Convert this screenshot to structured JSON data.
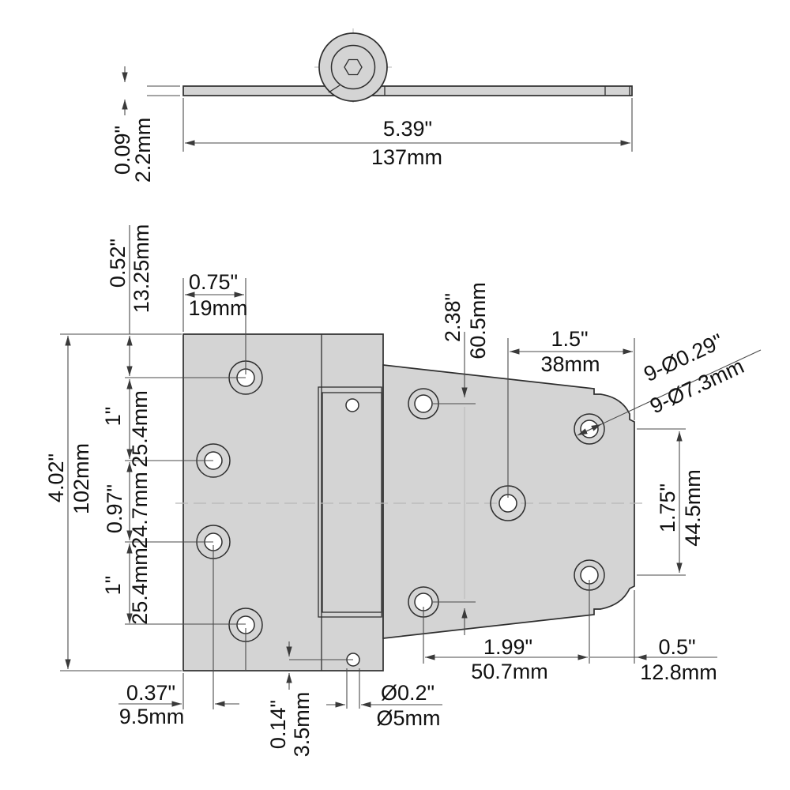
{
  "drawing_title": "T-strap hinge technical drawing",
  "colors": {
    "metal_fill": "#d4d4d4",
    "outline": "#2e2e2e",
    "dimension": "#4a4a4a",
    "centerline": "#b7b7b7"
  },
  "side_view": {
    "length": {
      "in": "5.39\"",
      "mm": "137mm"
    },
    "thickness": {
      "in": "0.09\"",
      "mm": "2.2mm"
    }
  },
  "front_view": {
    "overall_height": {
      "in": "4.02\"",
      "mm": "102mm"
    },
    "top_edge_to_first_hole": {
      "in": "0.52\"",
      "mm": "13.25mm"
    },
    "hole_pitch_1": {
      "in": "1\"",
      "mm": "25.4mm"
    },
    "hole_pitch_2": {
      "in": "0.97\"",
      "mm": "24.7mm"
    },
    "hole_pitch_3": {
      "in": "1\"",
      "mm": "25.4mm"
    },
    "plate_hole_from_edge": {
      "in": "0.75\"",
      "mm": "19mm"
    },
    "side_edge_to_holes": {
      "in": "0.37\"",
      "mm": "9.5mm"
    },
    "pin_hole_offset": {
      "in": "0.14\"",
      "mm": "3.5mm"
    },
    "pin_hole_diameter": {
      "in": "Ø0.2\"",
      "mm": "Ø5mm"
    },
    "strap_holes_vertical": {
      "in": "2.38\"",
      "mm": "60.5mm"
    },
    "tip_hole_to_end": {
      "in": "1.5\"",
      "mm": "38mm"
    },
    "screw_holes_callout": {
      "in": "9-Ø0.29\"",
      "mm": "9-Ø7.3mm"
    },
    "tip_holes_vertical": {
      "in": "1.75\"",
      "mm": "44.5mm"
    },
    "strap_holes_horizontal": {
      "in": "1.99\"",
      "mm": "50.7mm"
    },
    "last_hole_to_tip": {
      "in": "0.5\"",
      "mm": "12.8mm"
    }
  }
}
